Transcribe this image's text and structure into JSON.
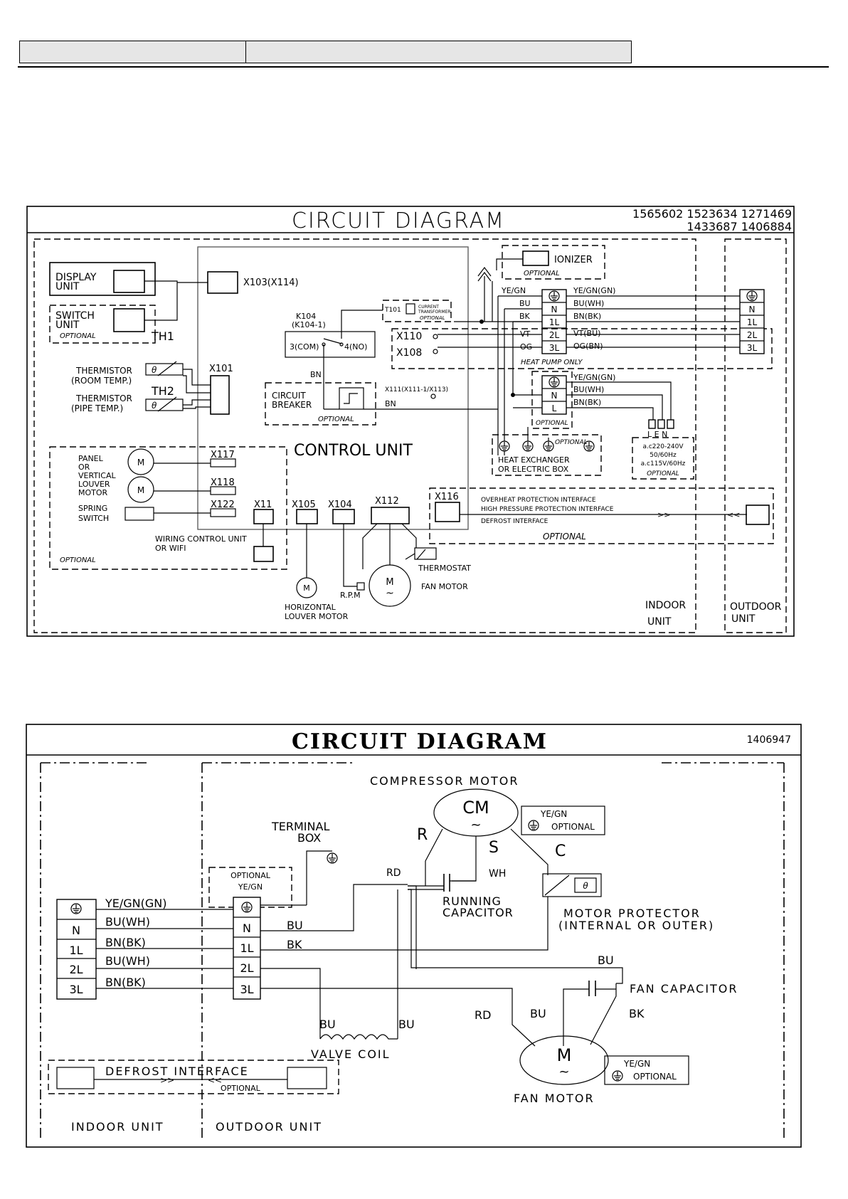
{
  "diagram1": {
    "title": "CIRCUIT DIAGRAM",
    "codes_line1": "1565602 1523634 1271469",
    "codes_line2": "1433687 1406884",
    "display_unit": "DISPLAY\nUNIT",
    "display_unit_l1": "DISPLAY",
    "display_unit_l2": "UNIT",
    "switch_unit_l1": "SWITCH",
    "switch_unit_l2": "UNIT",
    "optional": "OPTIONAL",
    "x103": "X103(X114)",
    "th1": "TH1",
    "th2": "TH2",
    "thermistor": "THERMISTOR",
    "room_temp": "(ROOM TEMP.)",
    "pipe_temp": "(PIPE TEMP.)",
    "x101": "X101",
    "k104": "K104",
    "k104_1": "(K104-1)",
    "com": "3(COM)",
    "no": "4(NO)",
    "bn": "BN",
    "circuit": "CIRCUIT",
    "breaker": "BREAKER",
    "x111": "X111(X111-1/X113)",
    "t101": "T101",
    "current": "CURRENT",
    "transformer": "TRANSFORMER",
    "ionizer": "IONIZER",
    "yegn": "YE/GN",
    "bu": "BU",
    "bk": "BK",
    "vt": "VT",
    "og": "OG",
    "x110": "X110",
    "x108": "X108",
    "heat_pump_only": "HEAT PUMP ONLY",
    "yegn_gn": "YE/GN(GN)",
    "bu_wh": "BU(WH)",
    "bn_bk": "BN(BK)",
    "vt_bu": "VT(BU)",
    "og_bn": "OG(BN)",
    "term_n": "N",
    "term_1l": "1L",
    "term_2l": "2L",
    "term_3l": "3L",
    "term_l": "L",
    "control_unit": "CONTROL UNIT",
    "panel": "PANEL",
    "or": "OR",
    "vertical": "VERTICAL",
    "louver": "LOUVER",
    "motor": "MOTOR",
    "spring": "SPRING",
    "switch": "SWITCH",
    "x117": "X117",
    "x118": "X118",
    "x122": "X122",
    "x11": "X11",
    "x105": "X105",
    "x104": "X104",
    "x112": "X112",
    "x116": "X116",
    "wiring_l1": "WIRING CONTROL UNIT",
    "wiring_l2": "OR WIFI",
    "thermostat": "THERMOSTAT",
    "fan_motor": "FAN MOTOR",
    "rpm": "R.P.M",
    "horizontal": "HORIZONTAL",
    "louver_motor": "LOUVER MOTOR",
    "heat_exchanger": "HEAT EXCHANGER",
    "electric_box": "OR ELECTRIC BOX",
    "len": "L E N",
    "ac220": "a.c220-240V",
    "hz5060": "50/60Hz",
    "ac115": "a.c115V/60Hz",
    "overheat": "OVERHEAT PROTECTION INTERFACE",
    "high_pressure": "HIGH PRESSURE PROTECTION INTERFACE",
    "defrost": "DEFROST INTERFACE",
    "indoor": "INDOOR",
    "unit": "UNIT",
    "outdoor": "OUTDOOR",
    "m": "M",
    "tilde": "~"
  },
  "diagram2": {
    "title": "CIRCUIT DIAGRAM",
    "code": "1406947",
    "compressor_motor": "COMPRESSOR MOTOR",
    "cm": "CM",
    "yegn": "YE/GN",
    "optional": "OPTIONAL",
    "r": "R",
    "s": "S",
    "c": "C",
    "terminal": "TERMINAL",
    "box": "BOX",
    "rd": "RD",
    "wh": "WH",
    "running": "RUNNING",
    "capacitor": "CAPACITOR",
    "motor_protector": "MOTOR PROTECTOR",
    "internal_outer": "(INTERNAL OR OUTER)",
    "optional_cap": "OPTIONAL",
    "yegn_gn": "YE/GN(GN)",
    "bu_wh": "BU(WH)",
    "bn_bk": "BN(BK)",
    "bu": "BU",
    "bk": "BK",
    "term_n": "N",
    "term_1l": "1L",
    "term_2l": "2L",
    "term_3l": "3L",
    "fan_capacitor": "FAN CAPACITOR",
    "valve_coil": "VALVE COIL",
    "fan_motor": "FAN MOTOR",
    "m": "M",
    "tilde": "~",
    "defrost_interface": "DEFROST INTERFACE",
    "indoor_unit": "INDOOR UNIT",
    "outdoor_unit": "OUTDOOR UNIT"
  }
}
